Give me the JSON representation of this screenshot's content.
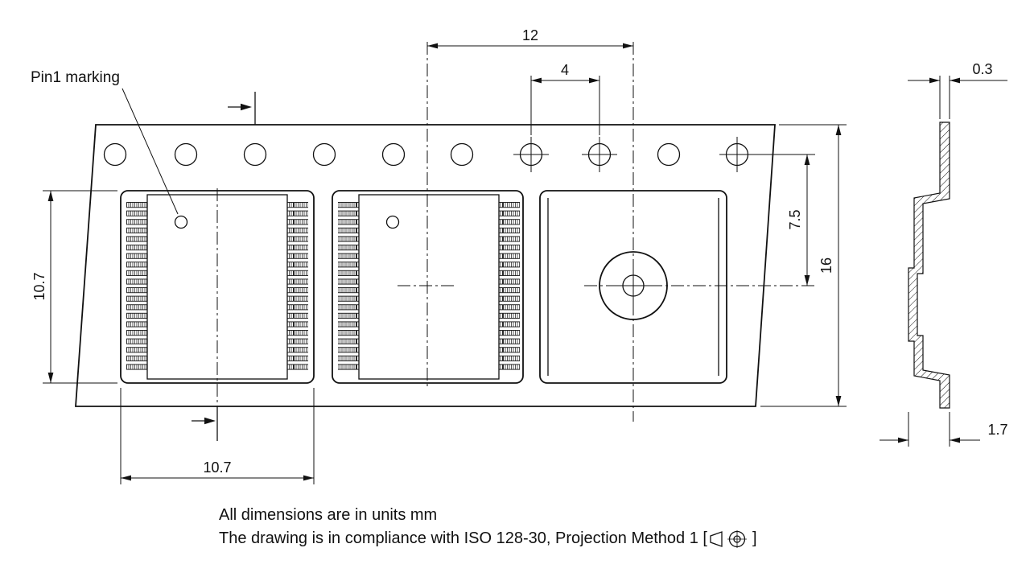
{
  "drawing": {
    "pin1_label": "Pin1 marking",
    "dimensions": {
      "pocket_pitch": "12",
      "sprocket_pitch": "4",
      "tape_thickness": "0.3",
      "hole_to_pocket_center": "7.5",
      "tape_width": "16",
      "pocket_length": "10.7",
      "pocket_width": "10.7",
      "pocket_depth": "1.7"
    },
    "notes": {
      "line1": "All dimensions are in units mm",
      "line2_prefix": "The drawing is in compliance with ISO 128-30, Projection Method 1 [",
      "line2_suffix": "]"
    }
  }
}
